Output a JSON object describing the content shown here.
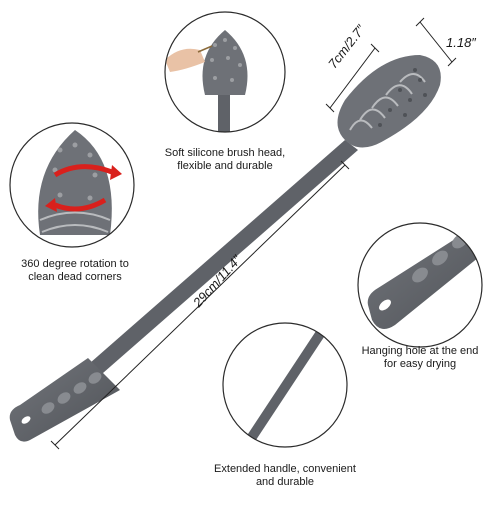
{
  "dimensions": {
    "head_length": "7cm/2.7″",
    "head_width": "1.18″",
    "total_length": "29cm/11.4″"
  },
  "callouts": {
    "brush_head": {
      "line1": "Soft silicone brush head,",
      "line2": "flexible and durable"
    },
    "rotation": {
      "line1": "360 degree rotation to",
      "line2": "clean dead corners"
    },
    "hanging_hole": {
      "line1": "Hanging hole at the end",
      "line2": "for easy drying"
    },
    "handle": {
      "line1": "Extended handle, convenient",
      "line2": "and durable"
    }
  },
  "colors": {
    "brush_gray": "#6e7177",
    "handle_gray": "#5f6268",
    "circle_border": "#2b2b2b",
    "arrow_red": "#d9201c"
  }
}
